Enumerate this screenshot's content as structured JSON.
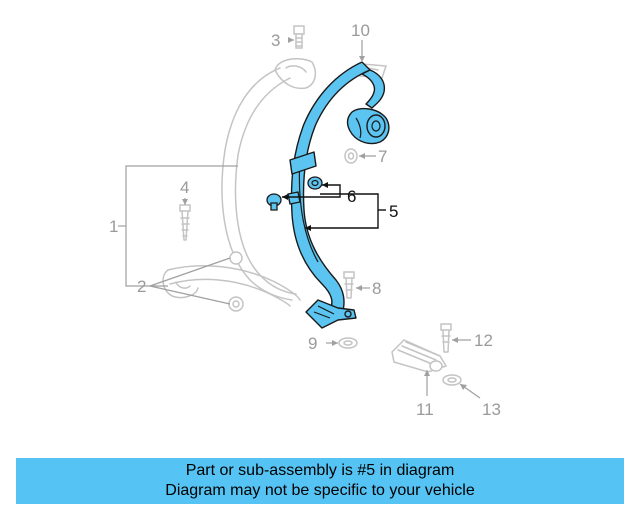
{
  "callouts": {
    "n1": "1",
    "n2": "2",
    "n3": "3",
    "n4": "4",
    "n5": "5",
    "n6": "6",
    "n7": "7",
    "n8": "8",
    "n9": "9",
    "n10": "10",
    "n11": "11",
    "n12": "12",
    "n13": "13"
  },
  "highlighted_part": "5",
  "colors": {
    "highlight": "#5bc4f0",
    "banner": "#55c3f3",
    "ghost_parts": "#c4c4c4"
  },
  "banner": {
    "line1": "Part or sub-assembly is #5 in diagram",
    "line2": "Diagram may not be specific to your vehicle"
  }
}
